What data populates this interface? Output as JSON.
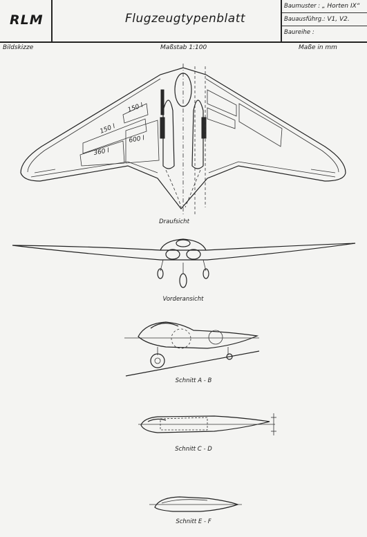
{
  "header": {
    "org": "RLM",
    "title": "Flugzeugtypenblatt",
    "baumuster_label": "Baumuster :",
    "baumuster_value": "„ Horten IX“",
    "bauausfuehrung_label": "Bauausführg.:",
    "bauausfuehrung_value": "V1, V2.",
    "baureihe_label": "Baureihe :"
  },
  "subheader": {
    "left": "Bildskizze",
    "center": "Maßstab 1:100",
    "right": "Maße in mm"
  },
  "tanks": {
    "t1": "150 l",
    "t2": "150 l",
    "t3": "600 l",
    "t4": "360 l"
  },
  "captions": {
    "top": "Draufsicht",
    "front": "Vorderansicht",
    "ab": "Schnitt A - B",
    "cd": "Schnitt C - D",
    "ef": "Schnitt E - F"
  }
}
